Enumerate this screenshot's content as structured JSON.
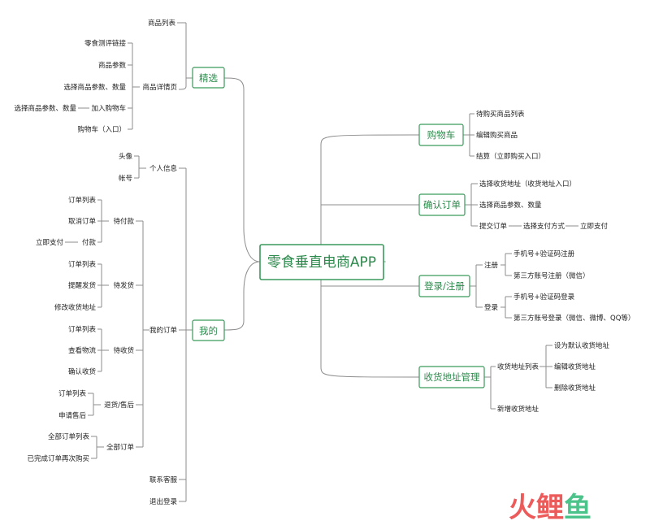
{
  "root": "零食垂直电商APP",
  "branches": {
    "jingxuan": {
      "label": "精选",
      "product_list": "商品列表",
      "product_detail": "商品详情页",
      "detail_children": {
        "review_link": "零食测评链接",
        "params": "商品参数",
        "select_params": "选择商品参数、数量",
        "add_to_cart": "加入购物车",
        "add_to_cart_child": "选择商品参数、数量",
        "cart_entry": "购物车（入口）"
      }
    },
    "wode": {
      "label": "我的",
      "personal_info": "个人信息",
      "avatar": "头像",
      "account": "帐号",
      "my_orders": "我的订单",
      "pending_payment": {
        "label": "待付款",
        "order_list": "订单列表",
        "cancel_order": "取消订单",
        "pay": "付款",
        "pay_now": "立即支付"
      },
      "pending_shipment": {
        "label": "待发货",
        "order_list": "订单列表",
        "remind": "提醒发货",
        "modify_address": "修改收货地址"
      },
      "pending_receipt": {
        "label": "待收货",
        "order_list": "订单列表",
        "logistics": "查看物流",
        "confirm": "确认收货"
      },
      "refund": {
        "label": "退货/售后",
        "order_list": "订单列表",
        "apply": "申请售后"
      },
      "all_orders": {
        "label": "全部订单",
        "all_list": "全部订单列表",
        "rebuy": "已完成订单再次购买"
      },
      "contact_service": "联系客服",
      "logout": "退出登录"
    },
    "cart": {
      "label": "购物车",
      "list": "待购买商品列表",
      "edit": "编辑购买商品",
      "checkout": "结算（立即购买入口）"
    },
    "confirm_order": {
      "label": "确认订单",
      "select_address": "选择收货地址（收货地址入口）",
      "select_params": "选择商品参数、数量",
      "submit": "提交订单",
      "pay_method": "选择支付方式",
      "pay_now": "立即支付"
    },
    "login": {
      "label": "登录/注册",
      "register": "注册",
      "reg_phone": "手机号+验证码注册",
      "reg_third": "第三方账号注册（微信）",
      "login": "登录",
      "login_phone": "手机号+验证码登录",
      "login_third": "第三方账号登录（微信、微博、QQ等）"
    },
    "address": {
      "label": "收货地址管理",
      "list": "收货地址列表",
      "set_default": "设为默认收货地址",
      "edit": "编辑收货地址",
      "delete": "删除收货地址",
      "add": "新增收货地址"
    }
  },
  "watermark": "火鲤鱼",
  "colors": {
    "accent": "#3a9a5b",
    "line": "#8c8c8c",
    "watermark_red": "#ec5a5a",
    "watermark_green": "#4cc38a"
  }
}
